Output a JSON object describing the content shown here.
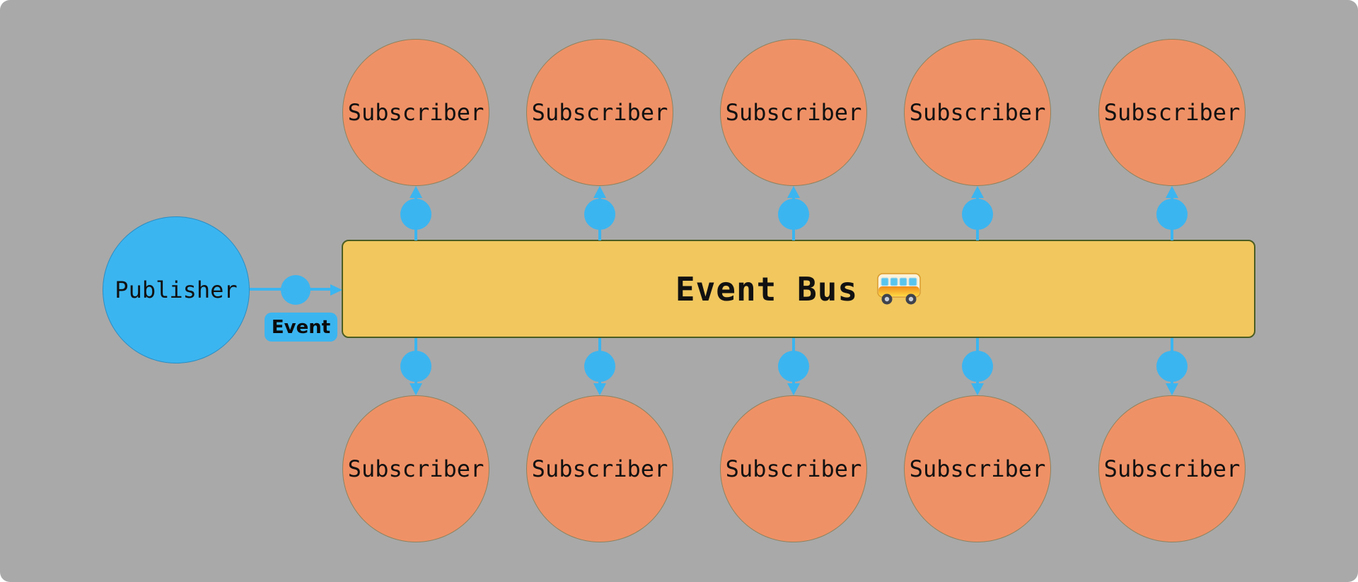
{
  "diagram": {
    "publisher": {
      "label": "Publisher"
    },
    "edge_label": {
      "text": "Event"
    },
    "event_bus": {
      "label": "Event Bus",
      "emoji": "🚌",
      "full_title": "Event Bus 🚌"
    },
    "subscribers_top": [
      {
        "label": "Subscriber"
      },
      {
        "label": "Subscriber"
      },
      {
        "label": "Subscriber"
      },
      {
        "label": "Subscriber"
      },
      {
        "label": "Subscriber"
      }
    ],
    "subscribers_bottom": [
      {
        "label": "Subscriber"
      },
      {
        "label": "Subscriber"
      },
      {
        "label": "Subscriber"
      },
      {
        "label": "Subscriber"
      },
      {
        "label": "Subscriber"
      }
    ],
    "colors": {
      "background": "#a9a9a9",
      "publisher_fill": "#3bb5f0",
      "subscriber_fill": "#ef9166",
      "bus_fill": "#f1c75e",
      "bus_border": "#4b5d23",
      "connector_blue": "#3bb5f0",
      "text": "#111111"
    }
  }
}
